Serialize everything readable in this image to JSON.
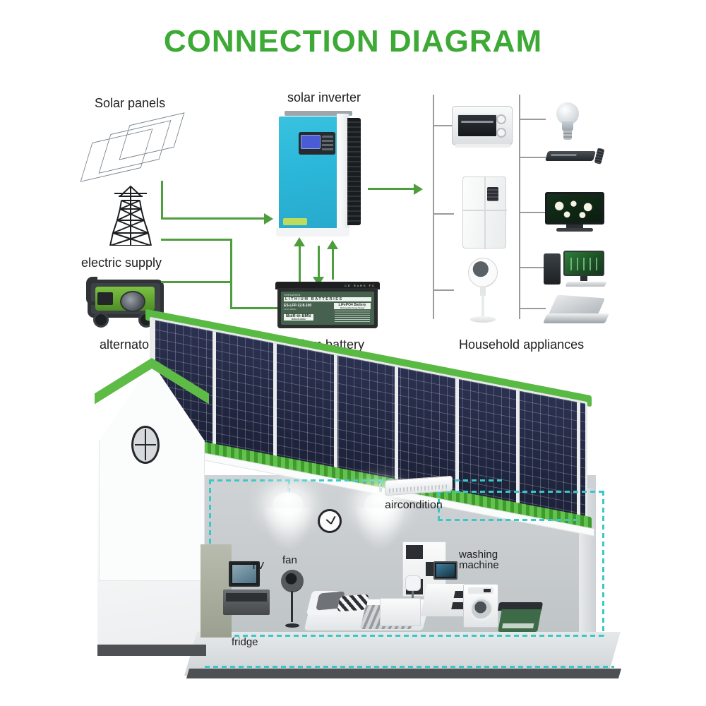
{
  "title": "CONNECTION DIAGRAM",
  "colors": {
    "title_green": "#3daa35",
    "arrow_green": "#4f9e3e",
    "tree_gray": "#9b9b9b",
    "inverter_blue": "#2ab6d8",
    "roof_green": "#58b943",
    "wiring_teal": "#39c8c8",
    "panel_navy": "#1c2138"
  },
  "sources": {
    "solar_panels_label": "Solar panels",
    "electric_supply_label": "electric supply",
    "alternator_label": "alternator"
  },
  "inverter": {
    "label": "solar inverter"
  },
  "battery": {
    "label": "lithium battery",
    "brand": "SHENZHEN",
    "headline": "LITHIUM BATTERIES",
    "model": "ES-LFP-12.8-100",
    "spec_line": "12.8V 100Ah",
    "bms": "Built-in BMS",
    "bms_sub": "MADE IN CHINA",
    "chemistry": "LiFePO4 Battery",
    "chemistry_sub": "Rechargeable Energy Storage",
    "certs": "CE  RoHS  FC"
  },
  "appliances": {
    "group_label": "Household appliances",
    "items": [
      {
        "name": "microwave-oven"
      },
      {
        "name": "refrigerator"
      },
      {
        "name": "pedestal-fan"
      },
      {
        "name": "light-bulb"
      },
      {
        "name": "dvd-player"
      },
      {
        "name": "television"
      },
      {
        "name": "desktop-computer"
      },
      {
        "name": "laptop"
      }
    ]
  },
  "house": {
    "labels": {
      "aircondition": "aircondition",
      "washing_machine_line1": "washing",
      "washing_machine_line2": "machine",
      "tv": "TV",
      "fan": "fan",
      "fridge": "fridge"
    }
  },
  "flows": [
    {
      "from": "solar-panels",
      "to": "inverter",
      "direction": "right"
    },
    {
      "from": "electric-supply",
      "to": "inverter",
      "direction": "right"
    },
    {
      "from": "alternator",
      "to": "inverter",
      "direction": "right"
    },
    {
      "from": "inverter",
      "to": "lithium-battery",
      "direction": "down"
    },
    {
      "from": "lithium-battery",
      "to": "inverter",
      "direction": "up"
    },
    {
      "from": "inverter",
      "to": "household-appliances",
      "direction": "right"
    }
  ]
}
